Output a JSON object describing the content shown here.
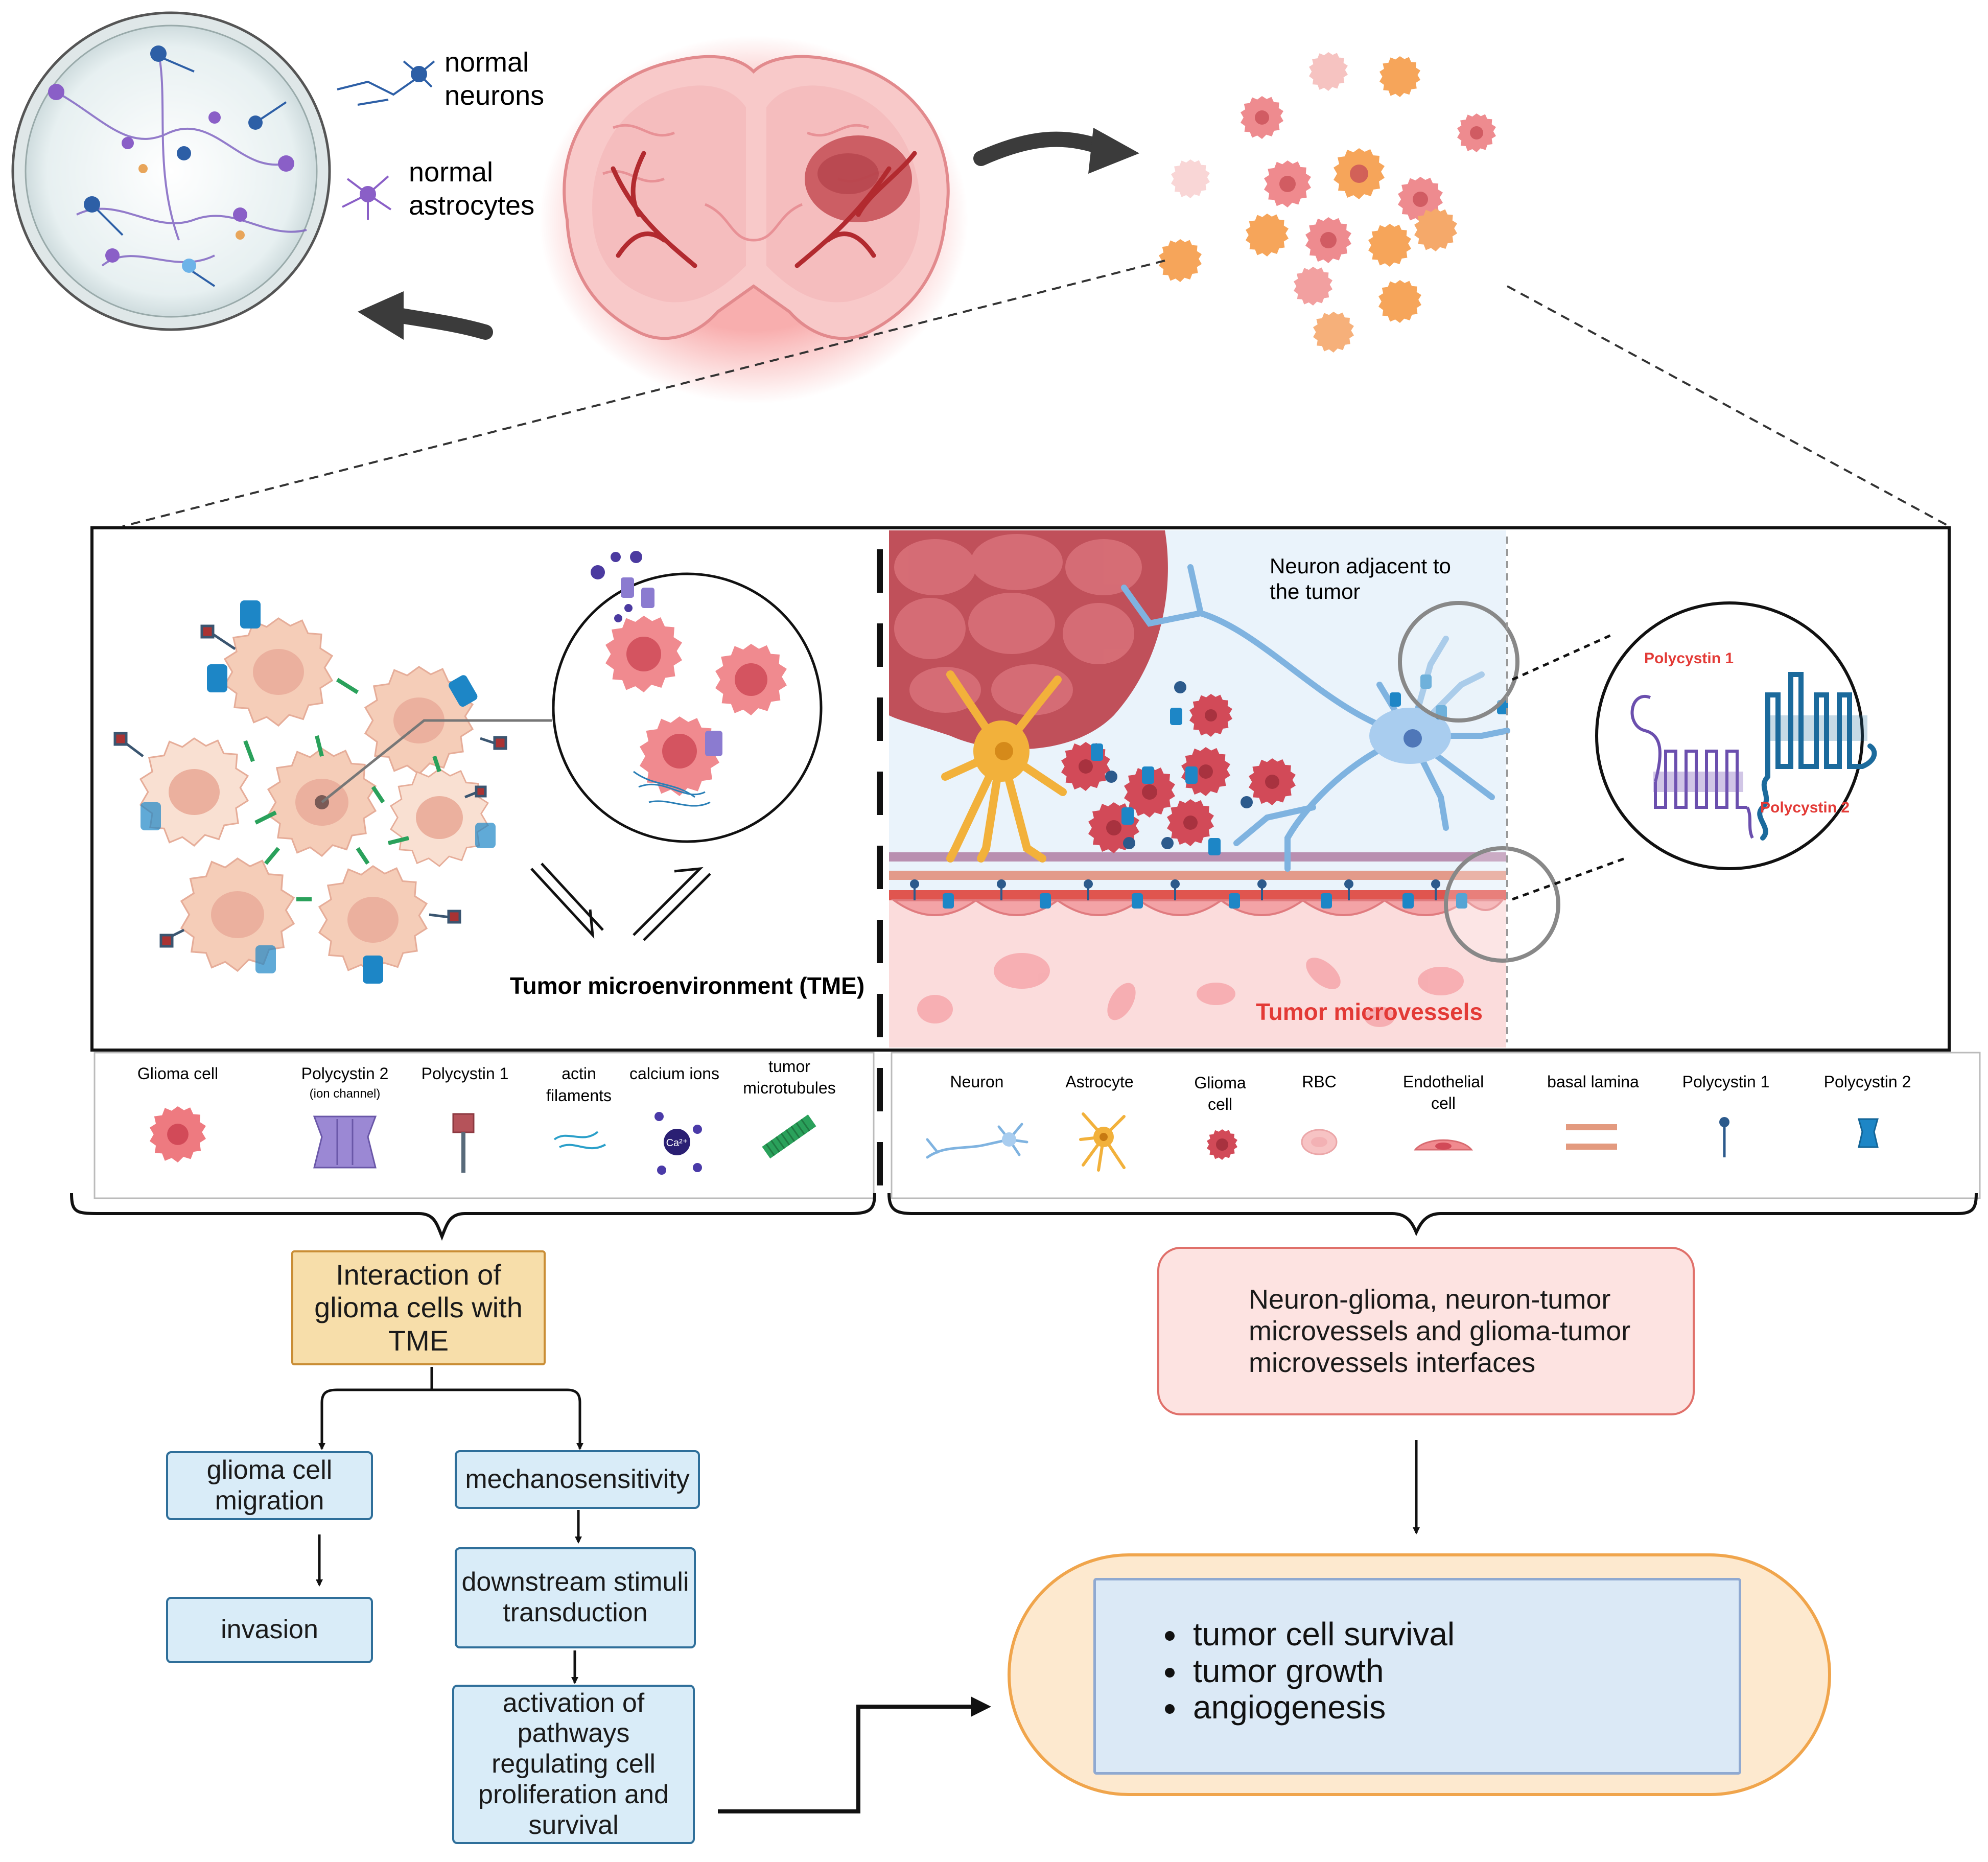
{
  "top": {
    "normal_neurons": [
      "normal",
      "neurons"
    ],
    "normal_astrocytes": [
      "normal",
      "astrocytes"
    ]
  },
  "panel": {
    "tme_title": "Tumor microenvironment (TME)",
    "microvessels_title": "Tumor microvessels",
    "neuron_adjacent": [
      "Neuron adjacent to",
      "the tumor"
    ],
    "zoom_pc1": "Polycystin 1",
    "zoom_pc2": "Polycystin 2"
  },
  "legend_left": [
    {
      "label": [
        "Glioma cell"
      ],
      "icon": "glioma-cell-icon"
    },
    {
      "label": [
        "Polycystin 2"
      ],
      "sub": "(ion channel)",
      "icon": "ion-channel-icon"
    },
    {
      "label": [
        "Polycystin 1"
      ],
      "icon": "pin-receptor-icon"
    },
    {
      "label": [
        "actin",
        "filaments"
      ],
      "icon": "actin-filament-icon"
    },
    {
      "label": [
        "calcium ions"
      ],
      "icon": "calcium-ion-icon",
      "ion_text": "Ca²⁺"
    },
    {
      "label": [
        "tumor",
        "microtubules"
      ],
      "icon": "microtubule-icon"
    }
  ],
  "legend_right": [
    {
      "label": [
        "Neuron"
      ],
      "icon": "neuron-icon"
    },
    {
      "label": [
        "Astrocyte"
      ],
      "icon": "astrocyte-icon"
    },
    {
      "label": [
        "Glioma",
        "cell"
      ],
      "icon": "glioma-cell-small-icon"
    },
    {
      "label": [
        "RBC"
      ],
      "icon": "rbc-icon"
    },
    {
      "label": [
        "Endothelial",
        "cell"
      ],
      "icon": "endothelial-cell-icon"
    },
    {
      "label": [
        "basal lamina"
      ],
      "icon": "basal-lamina-icon"
    },
    {
      "label": [
        "Polycystin 1"
      ],
      "icon": "polycystin1-lollipop-icon"
    },
    {
      "label": [
        "Polycystin 2"
      ],
      "icon": "polycystin2-channel-icon"
    }
  ],
  "flow": {
    "tme_interaction": "Interaction of glioma cells with TME",
    "migration": "glioma cell migration",
    "invasion": "invasion",
    "mechanosensitivity": "mechanosensitivity",
    "downstream": "downstream stimuli transduction",
    "activation": "activation of pathways regulating cell proliferation and survival",
    "interfaces": "Neuron-glioma, neuron-tumor microvessels and glioma-tumor microvessels interfaces",
    "outcomes": [
      "tumor cell survival",
      " tumor growth",
      "angiogenesis"
    ]
  },
  "colors": {
    "glioma": "#ec7a80",
    "glioma_dark": "#c95058",
    "neuron": "#7fb3e0",
    "astrocyte": "#f2b13b",
    "polycystin2": "#1d86c6",
    "polycystin1_zoom": "#7c5bb6",
    "microvessel_text": "#e33a36",
    "tme_box": "#f7deaa",
    "flow_box": "#d9ecf8"
  }
}
